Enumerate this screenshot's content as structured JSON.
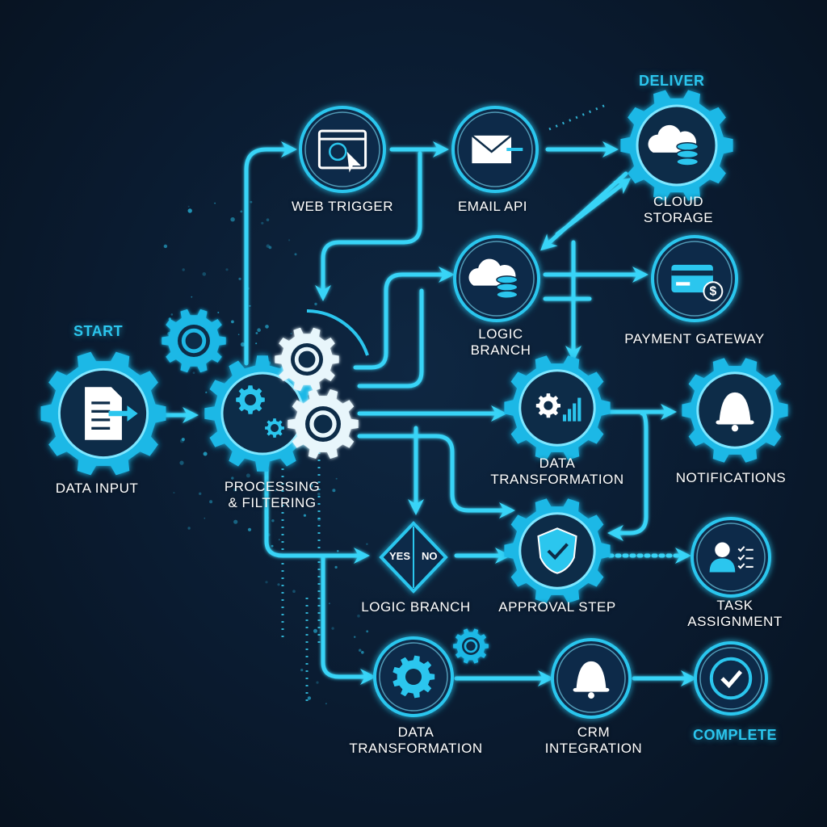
{
  "headers": {
    "start": "START",
    "deliver": "DELIVER",
    "complete": "COMPLETE"
  },
  "nodes": {
    "data_input": "DATA INPUT",
    "processing": [
      "PROCESSING",
      "& FILTERING"
    ],
    "web_trigger": "WEB TRIGGER",
    "email_api": "EMAIL API",
    "cloud_storage": [
      "CLOUD",
      "STORAGE"
    ],
    "logic_branch_top": [
      "LOGIC",
      "BRANCH"
    ],
    "payment_gateway": "PAYMENT GATEWAY",
    "data_transformation_mid": [
      "DATA",
      "TRANSFORMATION"
    ],
    "notifications": "NOTIFICATIONS",
    "logic_branch_bottom": "LOGIC BRANCH",
    "approval_step": "APPROVAL STEP",
    "task_assignment": [
      "TASK",
      "ASSIGNMENT"
    ],
    "data_transformation_bottom": [
      "DATA",
      "TRANSFORMATION"
    ],
    "crm_integration": [
      "CRM",
      "INTEGRATION"
    ]
  },
  "decision": {
    "yes": "YES",
    "no": "NO"
  },
  "icons": {
    "data_input": "document-arrow-icon",
    "web_trigger": "browser-cursor-icon",
    "email_api": "envelope-icon",
    "cloud_storage": "cloud-database-icon",
    "logic_branch_top": "cloud-database-icon",
    "payment_gateway": "credit-card-icon",
    "data_transformation_mid": "gear-chart-icon",
    "notifications": "bell-icon",
    "approval_step": "shield-check-icon",
    "task_assignment": "user-checklist-icon",
    "data_transformation_bottom": "gear-icon",
    "crm_integration": "bell-icon",
    "complete": "check-circle-icon"
  },
  "colors": {
    "background": "#0a1b30",
    "accent": "#2bc6ee",
    "node_fill": "#0d2c48",
    "text": "#ffffff"
  }
}
